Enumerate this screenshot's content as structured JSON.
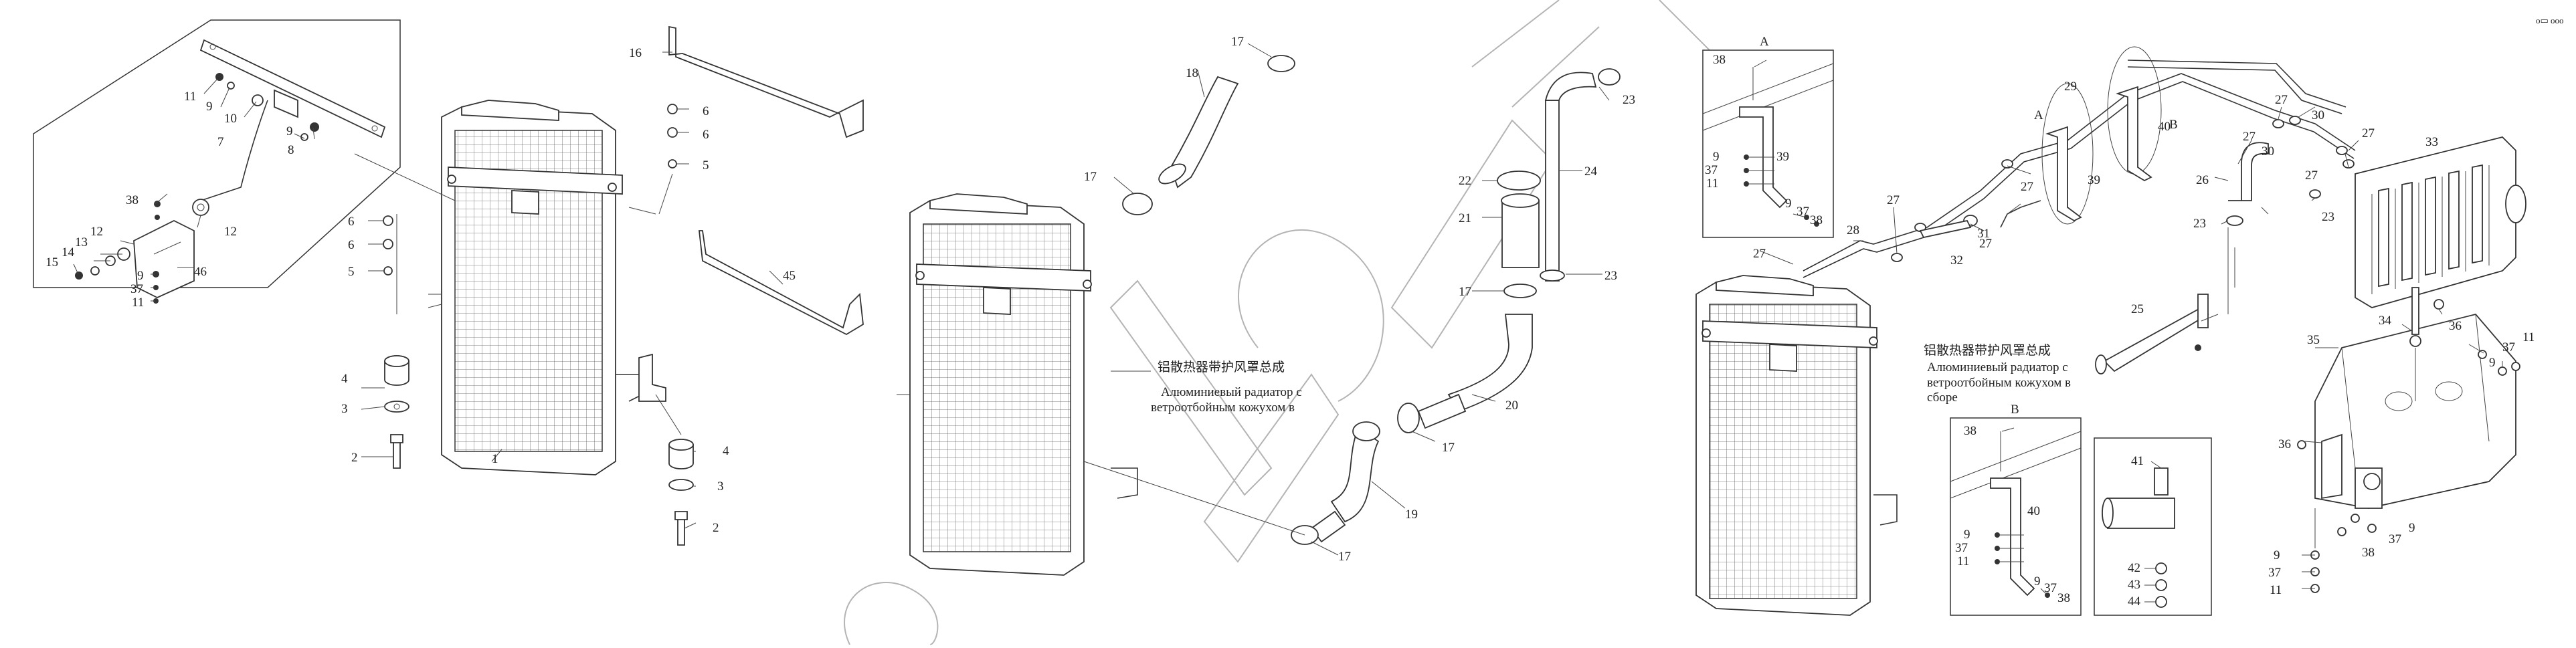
{
  "caption": {
    "zh": "铝散热器带护风罩总成",
    "ru_line1": "Алюминиевый радиатор с",
    "ru_line2": "ветроотбойным кожухом в",
    "ru_line3": "сборе",
    "ru2_line2": "ветроотбойным кожухом в",
    "ru2_line3": "сборе"
  },
  "headers": {
    "a": "A",
    "b": "B"
  },
  "corner_mark": "o▭ ooo",
  "labels": {
    "p1": "1",
    "p2a": "2",
    "p2b": "2",
    "p3a": "3",
    "p3b": "3",
    "p4a": "4",
    "p4b": "4",
    "p5a": "5",
    "p5b": "5",
    "p6a": "6",
    "p6b": "6",
    "p6c": "6",
    "p6d": "6",
    "p7": "7",
    "p8": "8",
    "p9a": "9",
    "p9b": "9",
    "p10": "10",
    "p11a": "11",
    "p11b": "11",
    "p12a": "12",
    "p12b": "12",
    "p13": "13",
    "p14": "14",
    "p15": "15",
    "p16": "16",
    "p37a": "37",
    "p38a": "38",
    "p45": "45",
    "p46": "46",
    "p17a": "17",
    "p17b": "17",
    "p17c": "17",
    "p17d": "17",
    "p17e": "17",
    "p18": "18",
    "p19": "19",
    "p20": "20",
    "p21": "21",
    "p22": "22",
    "p23a": "23",
    "p23b": "23",
    "p24": "24",
    "r38a": "38",
    "r39a": "39",
    "r9a": "9",
    "r37a": "37",
    "r11a": "11",
    "r9b": "9",
    "r37b": "37",
    "r38b": "38",
    "r29": "29",
    "rA2": "A",
    "r39b": "39",
    "r40a": "40",
    "rB2": "B",
    "r27a": "27",
    "r27b": "27",
    "r27c": "27",
    "r27d": "27",
    "r27e": "27",
    "r27f": "27",
    "r27g": "27",
    "r28": "28",
    "r31": "31",
    "r32": "32",
    "r30a": "30",
    "r30b": "30",
    "r33": "33",
    "r26": "26",
    "r23a": "23",
    "r23b": "23",
    "r25": "25",
    "r34": "34",
    "r36a": "36",
    "r36b": "36",
    "r35": "35",
    "r9c": "9",
    "r37c": "37",
    "r11c": "11",
    "r9d": "9",
    "r37d": "37",
    "r38c": "38",
    "r9e": "9",
    "r37e": "37",
    "r11d": "11",
    "b38": "38",
    "b40": "40",
    "b9": "9",
    "b37": "37",
    "b11": "11",
    "b9b": "9",
    "b37b": "37",
    "b38b": "38",
    "c41": "41",
    "c42": "42",
    "c43": "43",
    "c44": "44"
  }
}
